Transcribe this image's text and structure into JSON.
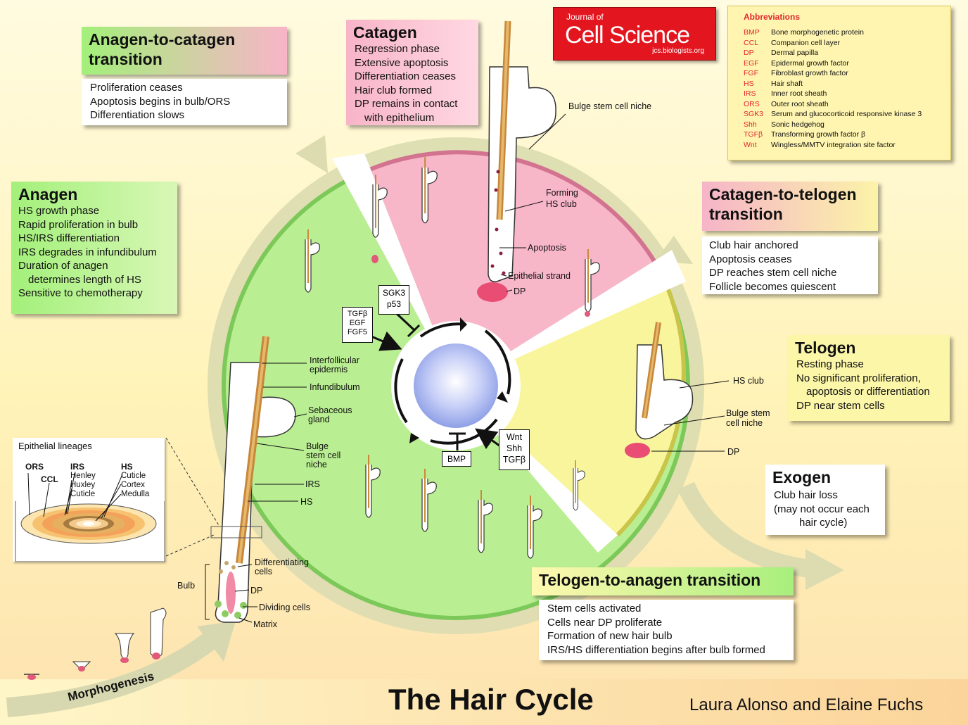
{
  "title": "The Hair Cycle",
  "authors": "Laura Alonso and Elaine Fuchs",
  "journal": {
    "line1": "Journal of",
    "line2": "Cell Science",
    "url": "jcs.biologists.org"
  },
  "abbreviations": {
    "heading": "Abbreviations",
    "items": [
      {
        "key": "BMP",
        "value": "Bone morphogenetic protein"
      },
      {
        "key": "CCL",
        "value": "Companion cell layer"
      },
      {
        "key": "DP",
        "value": "Dermal papilla"
      },
      {
        "key": "EGF",
        "value": "Epidermal growth factor"
      },
      {
        "key": "FGF",
        "value": "Fibroblast growth factor"
      },
      {
        "key": "HS",
        "value": "Hair shaft"
      },
      {
        "key": "IRS",
        "value": "Inner root sheath"
      },
      {
        "key": "ORS",
        "value": "Outer root sheath"
      },
      {
        "key": "SGK3",
        "value": "Serum and glucocorticoid responsive kinase 3"
      },
      {
        "key": "Shh",
        "value": "Sonic hedgehog"
      },
      {
        "key": "TGFβ",
        "value": "Transforming growth factor β"
      },
      {
        "key": "Wnt",
        "value": "Wingless/MMTV integration site factor"
      }
    ]
  },
  "stages": {
    "anagen_to_catagen": {
      "title_line1": "Anagen-to-catagen",
      "title_line2": "transition",
      "lines": [
        "Proliferation ceases",
        "Apoptosis begins in bulb/ORS",
        "Differentiation slows"
      ]
    },
    "catagen": {
      "title": "Catagen",
      "lines": [
        "Regression phase",
        "Extensive apoptosis",
        "Differentiation ceases",
        "Hair club formed",
        "DP remains in contact",
        "with epithelium"
      ]
    },
    "anagen": {
      "title": "Anagen",
      "lines": [
        "HS growth phase",
        "Rapid proliferation in bulb",
        "HS/IRS differentiation",
        "IRS degrades in infundibulum",
        "Duration of anagen",
        "determines length of HS",
        "Sensitive to chemotherapy"
      ]
    },
    "catagen_to_telogen": {
      "title_line1": "Catagen-to-telogen",
      "title_line2": "transition",
      "lines": [
        "Club hair anchored",
        "Apoptosis ceases",
        "DP reaches stem cell niche",
        "Follicle becomes quiescent"
      ]
    },
    "telogen": {
      "title": "Telogen",
      "lines": [
        "Resting phase",
        "No significant proliferation,",
        "apoptosis or differentiation",
        "DP near stem cells"
      ]
    },
    "exogen": {
      "title": "Exogen",
      "lines": [
        "Club hair loss",
        "(may not occur each",
        "hair cycle)"
      ]
    },
    "telogen_to_anagen": {
      "title": "Telogen-to-anagen transition",
      "lines": [
        "Stem cells activated",
        "Cells near DP proliferate",
        "Formation of new hair bulb",
        "IRS/HS differentiation begins after bulb formed"
      ]
    }
  },
  "factors": {
    "sgk3": [
      "SGK3",
      "p53"
    ],
    "tgf": [
      "TGFβ",
      "EGF",
      "FGF5"
    ],
    "bmp": "BMP",
    "wnt": [
      "Wnt",
      "Shh",
      "TGFβ"
    ]
  },
  "follicle_labels": {
    "interfollicular": [
      "Interfollicular",
      "epidermis"
    ],
    "infundibulum": "Infundibulum",
    "sebaceous": [
      "Sebaceous",
      "gland"
    ],
    "bulge": [
      "Bulge",
      "stem cell",
      "niche"
    ],
    "irs": "IRS",
    "hs": "HS",
    "differentiating": [
      "Differentiating",
      "cells"
    ],
    "bulb": "Bulb",
    "dp": "DP",
    "dividing": "Dividing cells",
    "matrix": "Matrix"
  },
  "catagen_labels": {
    "bulge_niche": "Bulge stem cell niche",
    "forming": [
      "Forming",
      "HS club"
    ],
    "apoptosis": "Apoptosis",
    "strand": "Epithelial strand",
    "dp": "DP"
  },
  "telogen_labels": {
    "hs_club": "HS club",
    "bulge": [
      "Bulge stem",
      "cell niche"
    ],
    "dp": "DP"
  },
  "lineages": {
    "title": "Epithelial lineages",
    "ors": "ORS",
    "ccl": "CCL",
    "irs": "IRS",
    "hs": "HS",
    "irs_layers": [
      "Henley",
      "Huxley",
      "Cuticle"
    ],
    "hs_layers": [
      "Cuticle",
      "Cortex",
      "Medulla"
    ]
  },
  "morphogenesis": "Morphogenesis"
}
